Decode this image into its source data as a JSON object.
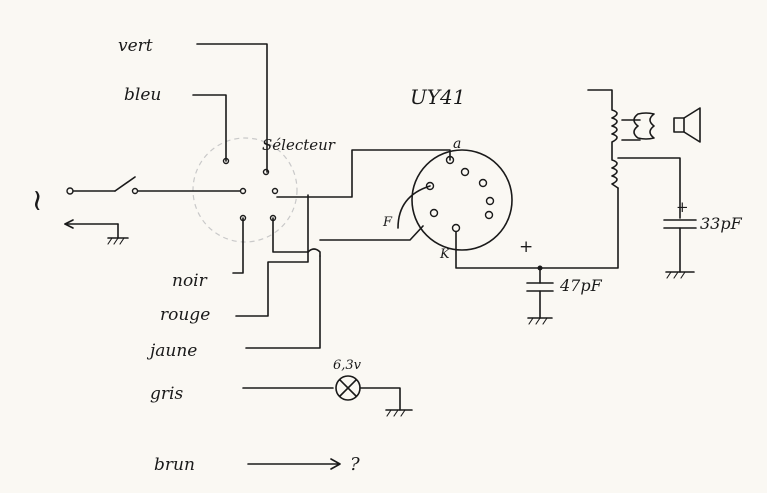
{
  "wires": {
    "vert": "vert",
    "bleu": "bleu",
    "noir": "noir",
    "rouge": "rouge",
    "jaune": "jaune",
    "gris": "gris",
    "brun": "brun"
  },
  "labels": {
    "selecteur": "Sélecteur",
    "tube": "UY41",
    "pin_a": "a",
    "pin_f": "F",
    "pin_k": "K",
    "mains": "~",
    "lamp_voltage": "6,3v",
    "unknown": "?",
    "plus_47": "+",
    "plus_33": "+"
  },
  "components": {
    "cap_47": "47pF",
    "cap_33": "33pF"
  },
  "colors": {
    "ink": "#1a1a1a",
    "paper": "#faf8f3"
  }
}
